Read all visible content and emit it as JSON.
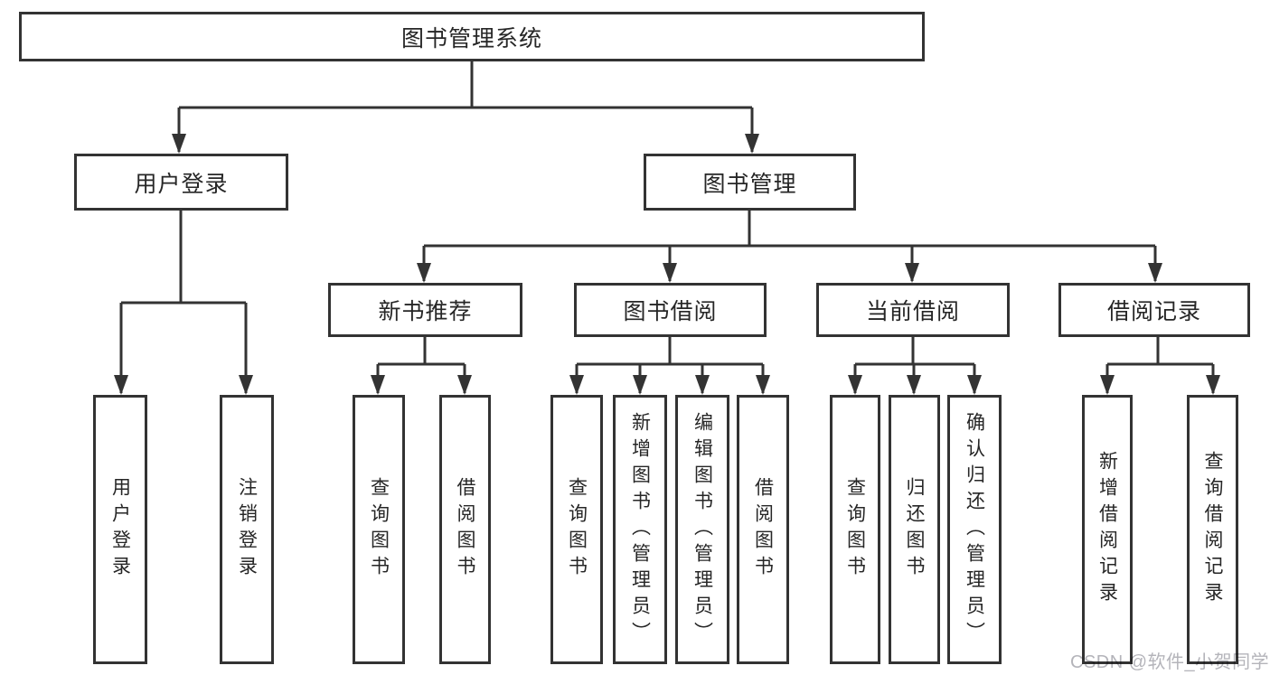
{
  "colors": {
    "background": "#ffffff",
    "line": "#333333",
    "box_border": "#333333",
    "box_fill": "#ffffff",
    "text": "#262626",
    "watermark": "#b4b4ba"
  },
  "diagram": {
    "root": {
      "label": "图书管理系统"
    },
    "level2": [
      {
        "label": "用户登录"
      },
      {
        "label": "图书管理"
      }
    ],
    "level3": [
      {
        "label": "新书推荐"
      },
      {
        "label": "图书借阅"
      },
      {
        "label": "当前借阅"
      },
      {
        "label": "借阅记录"
      }
    ],
    "leaves": {
      "user_login": [
        {
          "label": "用户登录"
        },
        {
          "label": "注销登录"
        }
      ],
      "new_book_recommend": [
        {
          "label": "查询图书"
        },
        {
          "label": "借阅图书"
        }
      ],
      "book_borrow": [
        {
          "label": "查询图书"
        },
        {
          "label": "新增图书（管理员）"
        },
        {
          "label": "编辑图书（管理员）"
        },
        {
          "label": "借阅图书"
        }
      ],
      "current_borrow": [
        {
          "label": "查询图书"
        },
        {
          "label": "归还图书"
        },
        {
          "label": "确认归还（管理员）"
        }
      ],
      "borrow_records": [
        {
          "label": "新增借阅记录"
        },
        {
          "label": "查询借阅记录"
        }
      ]
    }
  },
  "watermark": {
    "text": "CSDN @软件_小贺同学"
  }
}
